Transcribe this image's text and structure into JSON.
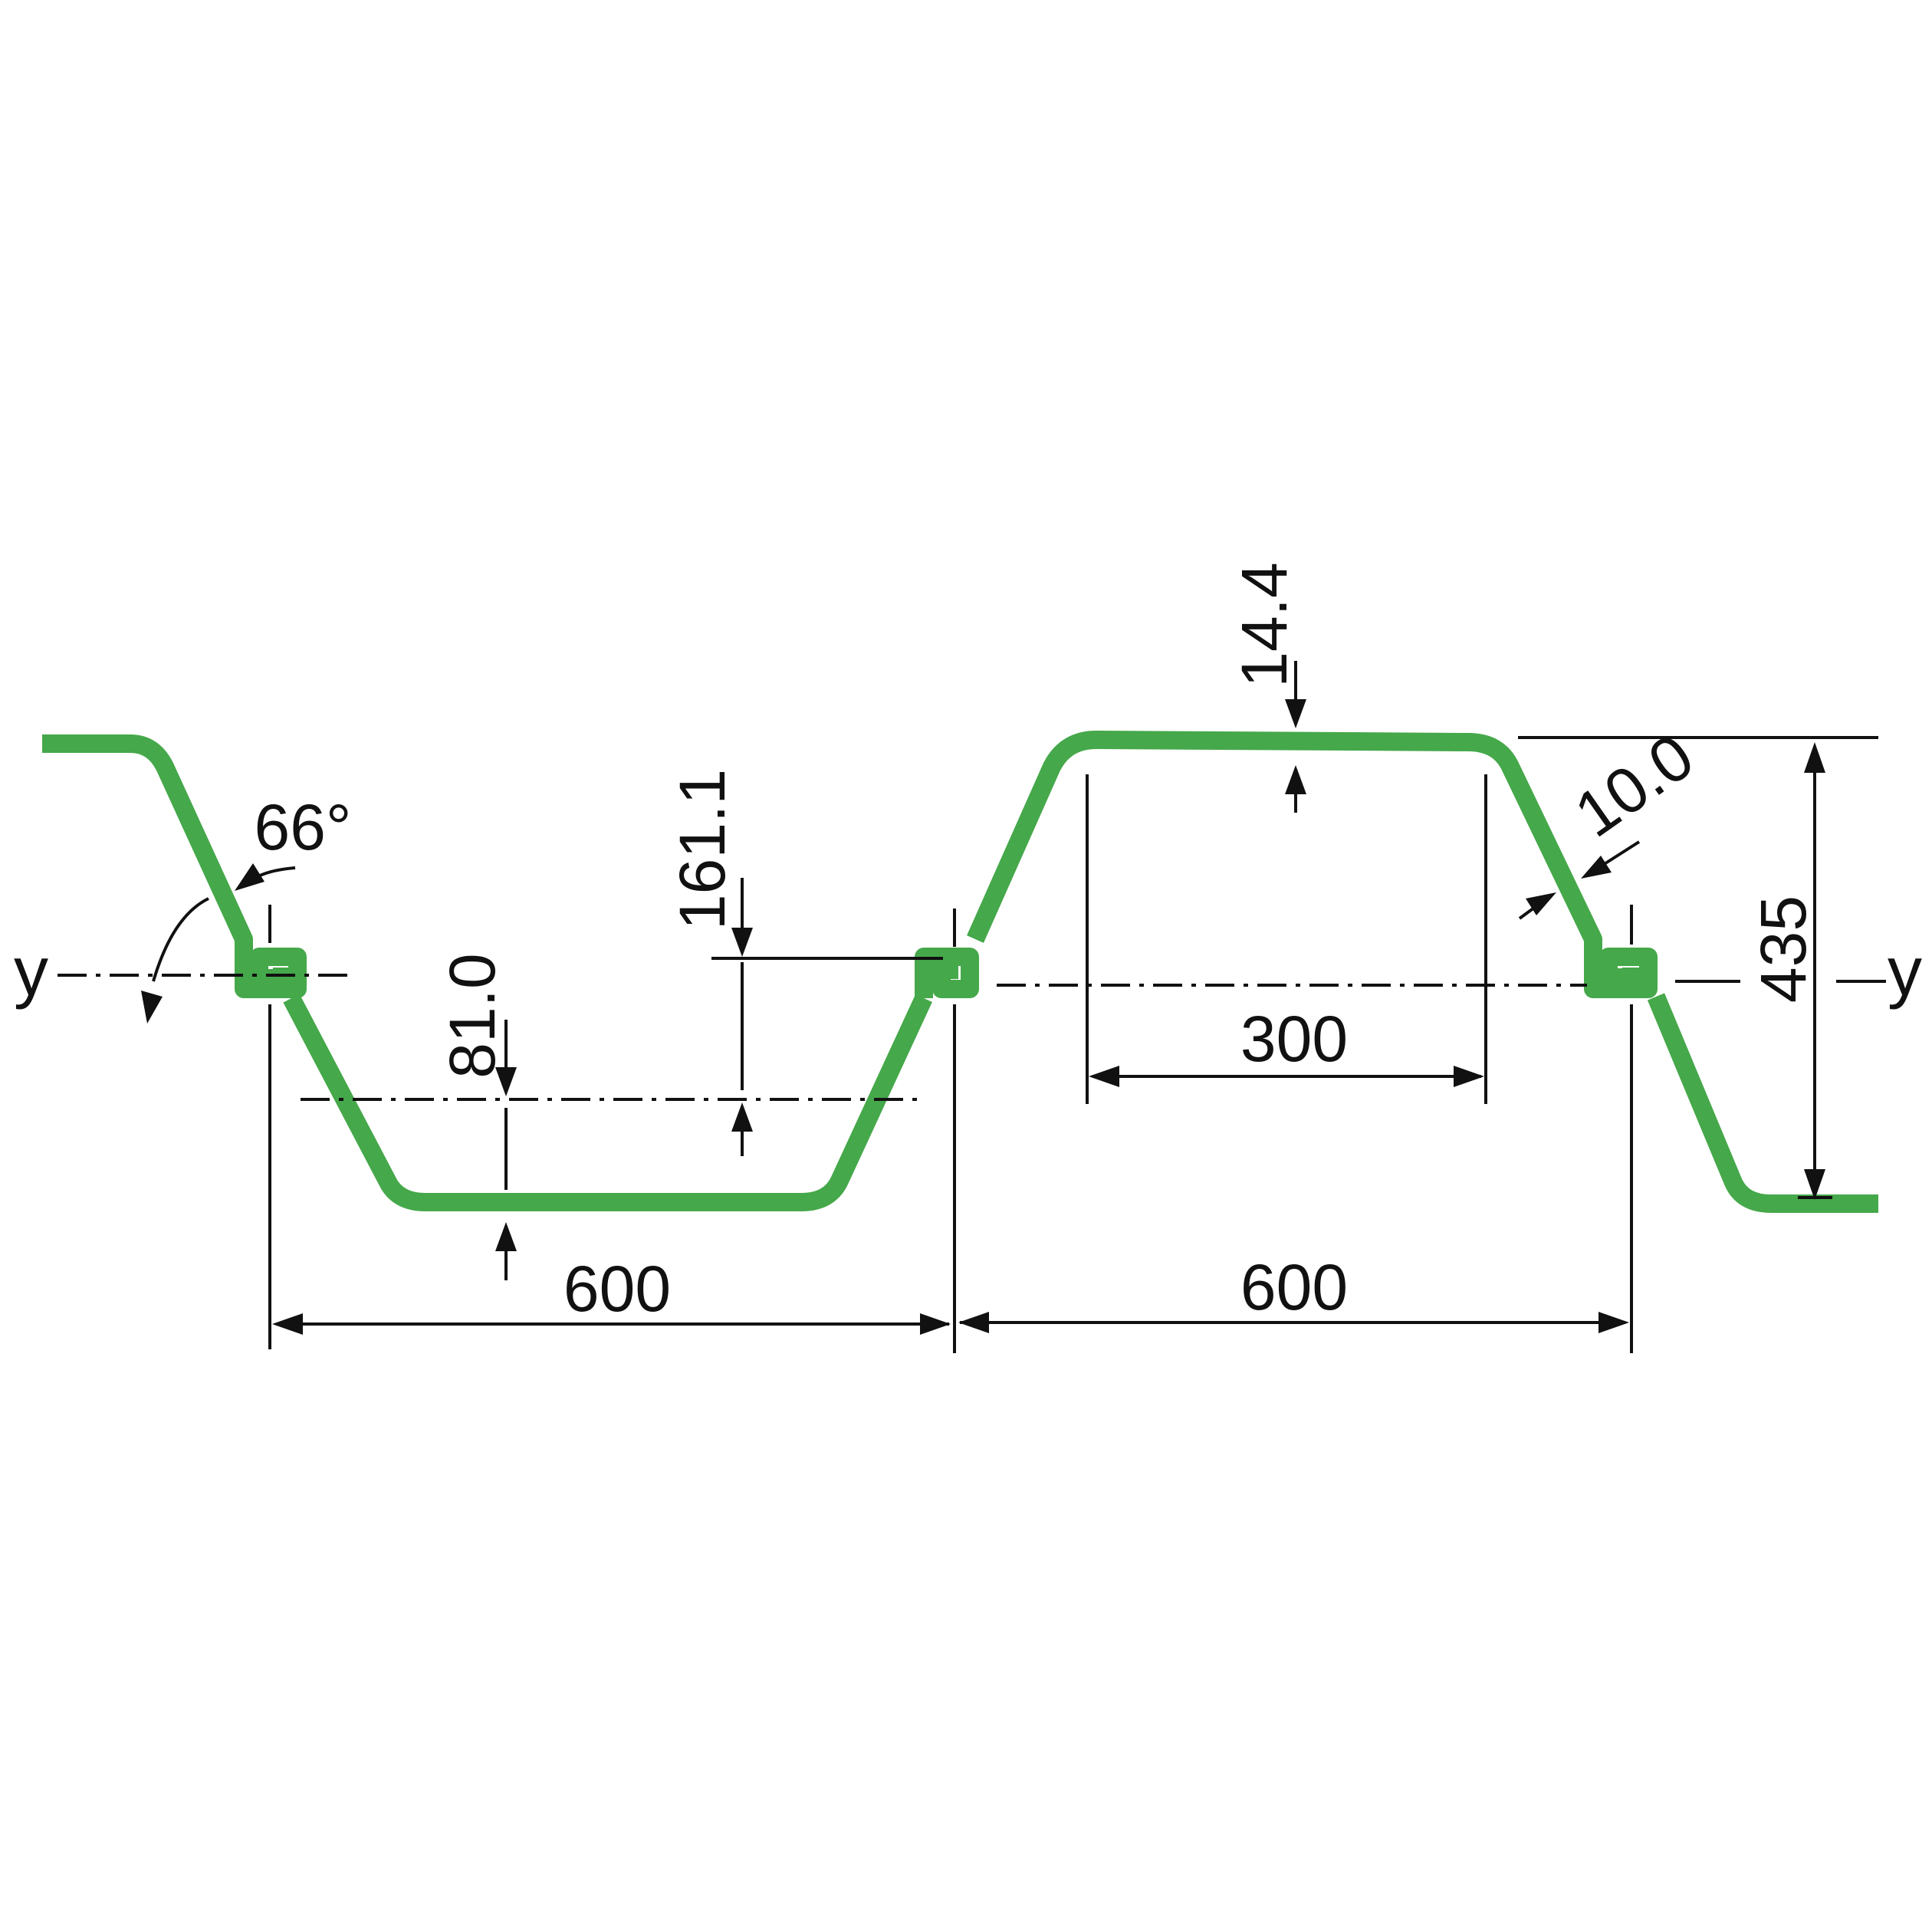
{
  "diagram": {
    "profile_color": "#45a84a",
    "line_color": "#111111",
    "dimensions": {
      "angle": "66°",
      "web_thickness": "10.0",
      "flange_thickness": "14.4",
      "centroid_offset_top": "161.1",
      "centroid_offset_bottom": "81.0",
      "flange_width": "300",
      "width_left": "600",
      "width_right": "600",
      "height": "435"
    },
    "axis": {
      "left": "y",
      "right": "y"
    }
  }
}
